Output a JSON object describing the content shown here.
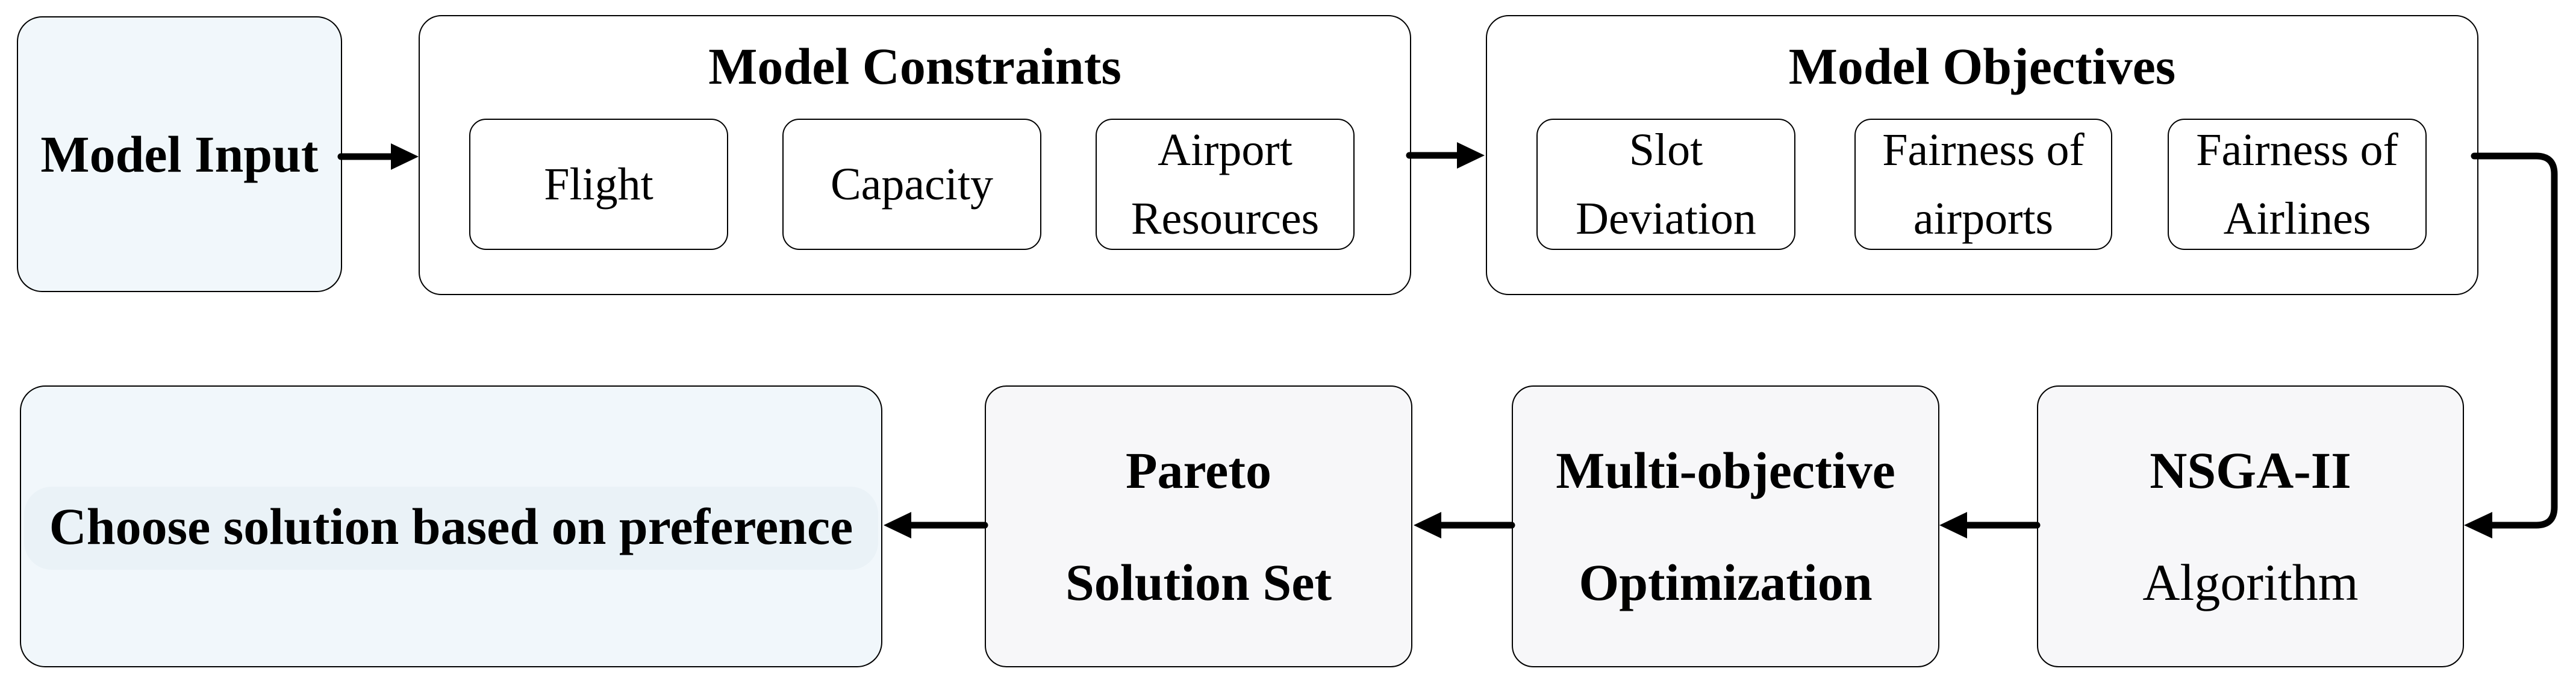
{
  "diagram": {
    "colors": {
      "background": "#ffffff",
      "box_border": "#000000",
      "arrow": "#000000",
      "text": "#000000",
      "input_output_fill": "#f1f7fb",
      "output_highlight_band": "#eaf2f7",
      "process_fill": "#f7f7f9",
      "container_fill": "#ffffff"
    },
    "top_row": {
      "model_input": {
        "label": "Model Input"
      },
      "constraints": {
        "title": "Model Constraints",
        "items": [
          {
            "label": "Flight"
          },
          {
            "label": "Capacity"
          },
          {
            "label": "Airport Resources"
          }
        ]
      },
      "objectives": {
        "title": "Model Objectives",
        "items": [
          {
            "label": "Slot Deviation"
          },
          {
            "label": "Fairness of airports"
          },
          {
            "label": "Fairness of Airlines"
          }
        ]
      }
    },
    "bottom_row": {
      "nsga_ii": {
        "line1": "NSGA-II",
        "line2": "Algorithm"
      },
      "multi_objective": {
        "line1": "Multi-objective",
        "line2": "Optimization"
      },
      "pareto": {
        "line1": "Pareto",
        "line2": "Solution Set"
      },
      "choose": {
        "label": "Choose solution based on preference"
      }
    },
    "connectors": [
      "model-input to model-constraints",
      "model-constraints to model-objectives",
      "model-objectives down-elbow to nsga-ii-algorithm",
      "nsga-ii-algorithm to multi-objective-optimization",
      "multi-objective-optimization to pareto-solution-set",
      "pareto-solution-set to choose-solution"
    ]
  }
}
